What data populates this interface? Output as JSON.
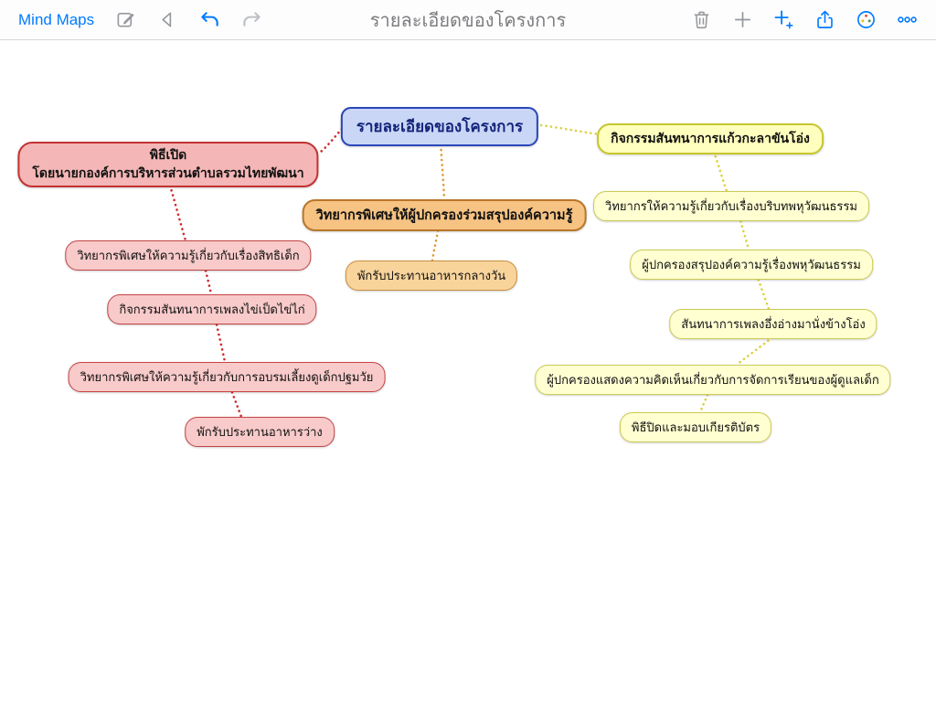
{
  "toolbar": {
    "app_button_label": "Mind Maps",
    "title": "รายละเอียดของโครงการ",
    "icons": {
      "compose": "compose-icon",
      "back": "back-triangle-icon",
      "undo": "undo-arrow-icon",
      "redo": "redo-arrow-icon",
      "trash": "trash-icon",
      "add": "plus-icon",
      "add_child": "plus-child-icon",
      "share": "share-icon",
      "palette": "palette-icon",
      "more": "ellipsis-icon"
    }
  },
  "mindmap": {
    "root_text": "รายละเอียดของโครงการ",
    "left_branch": {
      "node1_line1": "พิธีเปิด",
      "node1_line2": "โดยนายกองค์การบริหารส่วนตำบลรวมไทยพัฒนา",
      "node2": "วิทยากรพิเศษให้ความรู้เกี่ยวกับเรื่องสิทธิเด็ก",
      "node3": "กิจกรรมสันทนาการเพลงไข่เป็ดไข่ไก่",
      "node4": "วิทยากรพิเศษให้ความรู้เกี่ยวกับการอบรมเลี้ยงดูเด็กปฐมวัย",
      "node5": "พักรับประทานอาหารว่าง"
    },
    "center_branch": {
      "node1": "วิทยากรพิเศษให้ผู้ปกครองร่วมสรุปองค์ความรู้",
      "node2": "พักรับประทานอาหารกลางวัน"
    },
    "right_branch": {
      "node1": "กิจกรรมสันทนาการแก้วกะลาขันโอ่ง",
      "node2": "วิทยากรให้ความรู้เกี่ยวกับเรื่องบริบทพหุวัฒนธรรม",
      "node3": "ผู้ปกครองสรุปองค์ความรู้เรื่องพหุวัฒนธรรม",
      "node4": "สันทนาการเพลงอึ่งอ่างมานั่งข้างโอ่ง",
      "node5": "ผู้ปกครองแสดงความคิดเห็นเกี่ยวกับการจัดการเรียนของผู้ดูแลเด็ก",
      "node6": "พิธีปิดและมอบเกียรติบัตร"
    }
  },
  "colors": {
    "accent_blue": "#007aff",
    "icon_gray": "#95989d",
    "title_gray": "#7d7d81",
    "root_fill": "#c9d6f6",
    "root_border": "#2a47b8",
    "red_line": "#cf2a2a",
    "pink_fill": "#f8caca",
    "pink_border": "#c44444",
    "orange_line": "#e09a33",
    "orange_fill": "#f6c383",
    "orange_border": "#b8762a",
    "yellow_line": "#d9d13e",
    "yellow_fill": "#ffffd2",
    "yellow_border": "#cbcb55"
  }
}
